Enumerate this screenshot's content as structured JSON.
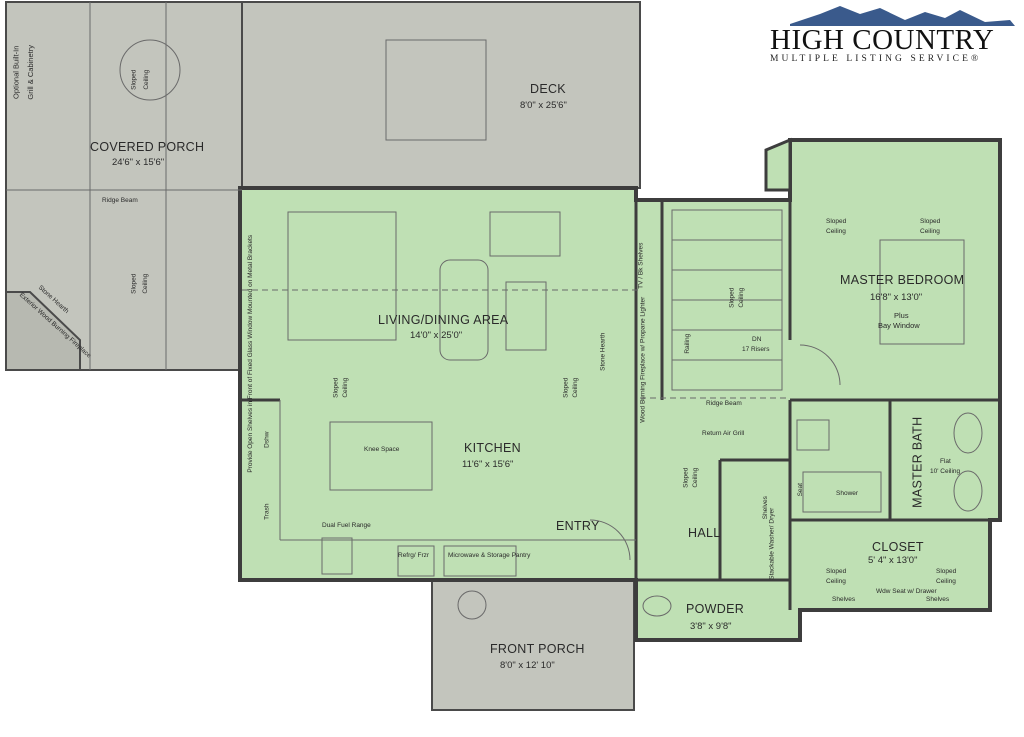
{
  "logo": {
    "title": "HIGH COUNTRY",
    "subtitle": "MULTIPLE LISTING SERVICE®",
    "mountain_color": "#3a5a8c"
  },
  "colors": {
    "interior": "#bfe0b4",
    "exterior": "#c3c5bd",
    "wall": "#3d3d3d",
    "line": "#6a6a6a"
  },
  "rooms": {
    "covered_porch": {
      "name": "COVERED PORCH",
      "dim": "24'6\" x 15'6\""
    },
    "deck": {
      "name": "DECK",
      "dim": "8'0\" x 25'6\""
    },
    "living_dining": {
      "name": "LIVING/DINING AREA",
      "dim": "14'0\" x 25'0\""
    },
    "kitchen": {
      "name": "KITCHEN",
      "dim": "11'6\" x 15'6\""
    },
    "master_bedroom": {
      "name": "MASTER BEDROOM",
      "dim": "16'8\" x 13'0\"",
      "note1": "Plus",
      "note2": "Bay Window"
    },
    "master_bath": {
      "name": "MASTER BATH"
    },
    "closet": {
      "name": "CLOSET",
      "dim": "5' 4\" x 13'0\""
    },
    "hall": {
      "name": "HALL"
    },
    "entry": {
      "name": "ENTRY"
    },
    "powder": {
      "name": "POWDER",
      "dim": "3'8\" x 9'8\""
    },
    "front_porch": {
      "name": "FRONT PORCH",
      "dim": "8'0\" x 12' 10\""
    }
  },
  "notes": {
    "optional_builtin": "Optional Built-In",
    "grill_cabinetry": "Grill & Cabinetry",
    "sloped": "Sloped",
    "ceiling": "Ceiling",
    "ridge_beam": "Ridge Beam",
    "stone_hearth": "Stone Hearth",
    "exterior_wood_burning": "Exterior Wood Burning Fireplace",
    "tv_bk_shelves": "TV / Bk Shelves",
    "wood_burning_fireplace": "Wood Burning Fireplace w/ Propane Lighter",
    "open_shelves": "Provide Open Shelves in Front of Fixed Glass Window Mounted on Metal Brackets",
    "knee_space": "Knee Space",
    "dshw": "Dshw",
    "trash": "Trash",
    "dual_fuel_range": "Dual Fuel Range",
    "refrg_frzr": "Refrg/ Frzr",
    "microwave_pantry": "Microwave & Storage Pantry",
    "railing": "Railing",
    "dn": "DN",
    "risers": "17 Risers",
    "return_air_grill": "Return Air Grill",
    "shelves": "Shelves",
    "stackable": "Stackable Washer/ Dryer",
    "seat": "Seat",
    "shower": "Shower",
    "flat": "Flat",
    "ten_ceiling": "10' Ceiling",
    "wdw_seat": "Wdw Seat w/ Drawer"
  }
}
